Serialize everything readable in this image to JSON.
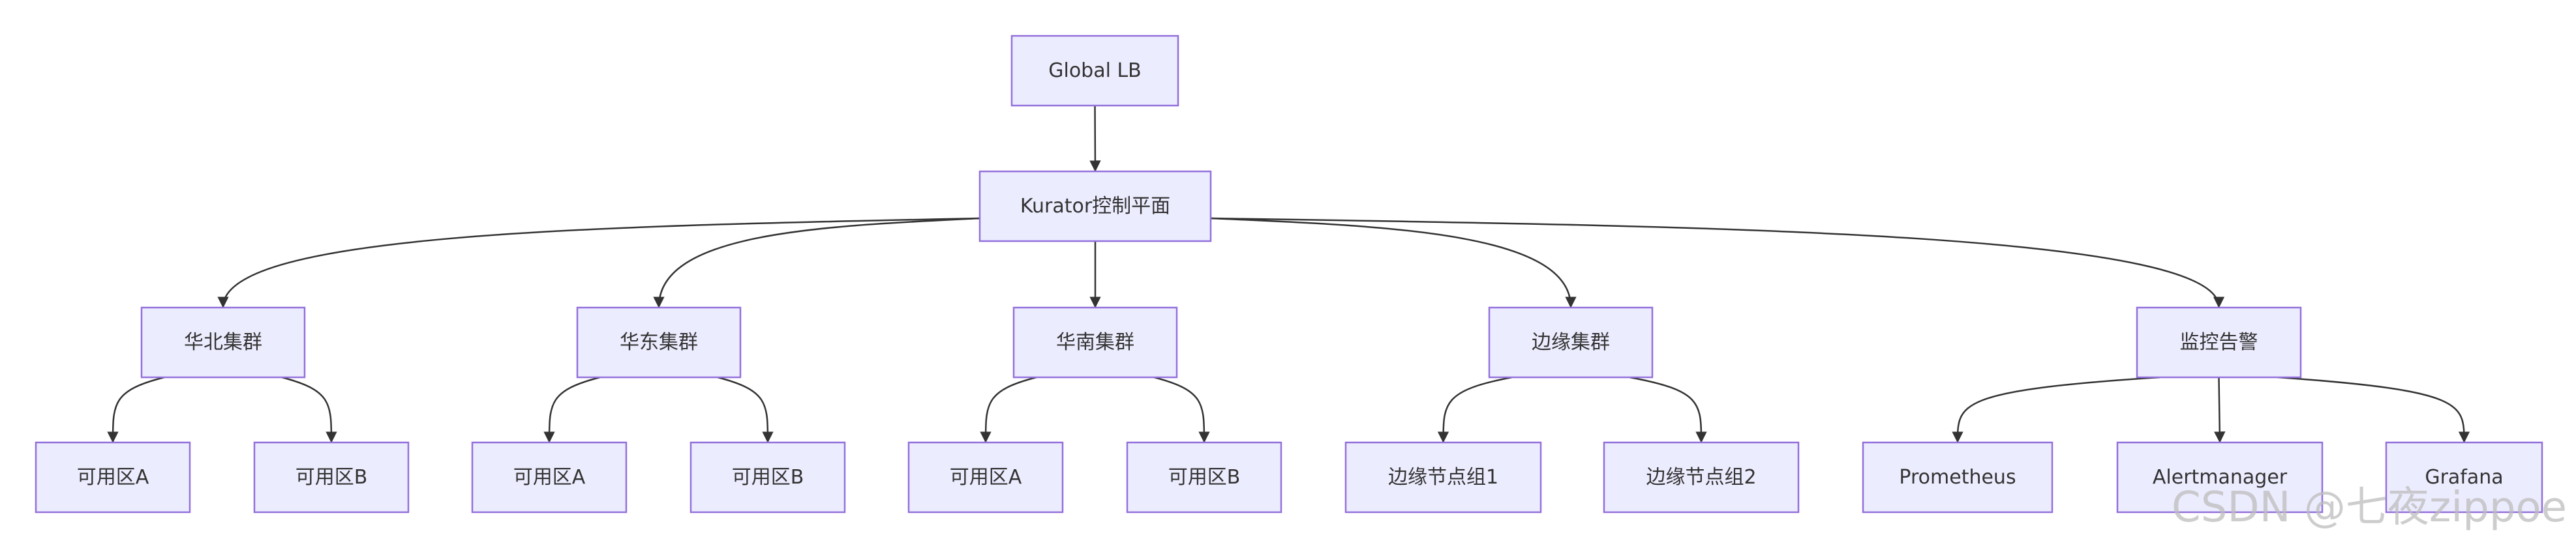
{
  "nodes": {
    "global_lb": "Global LB",
    "kurator": "Kurator控制平面",
    "north": "华北集群",
    "east": "华东集群",
    "south": "华南集群",
    "edge": "边缘集群",
    "monitor": "监控告警",
    "north_a": "可用区A",
    "north_b": "可用区B",
    "east_a": "可用区A",
    "east_b": "可用区B",
    "south_a": "可用区A",
    "south_b": "可用区B",
    "edge_1": "边缘节点组1",
    "edge_2": "边缘节点组2",
    "prometheus": "Prometheus",
    "alertmanager": "Alertmanager",
    "grafana": "Grafana"
  },
  "edges": [
    [
      "global_lb",
      "kurator"
    ],
    [
      "kurator",
      "north"
    ],
    [
      "kurator",
      "east"
    ],
    [
      "kurator",
      "south"
    ],
    [
      "kurator",
      "edge"
    ],
    [
      "kurator",
      "monitor"
    ],
    [
      "north",
      "north_a"
    ],
    [
      "north",
      "north_b"
    ],
    [
      "east",
      "east_a"
    ],
    [
      "east",
      "east_b"
    ],
    [
      "south",
      "south_a"
    ],
    [
      "south",
      "south_b"
    ],
    [
      "edge",
      "edge_1"
    ],
    [
      "edge",
      "edge_2"
    ],
    [
      "monitor",
      "prometheus"
    ],
    [
      "monitor",
      "alertmanager"
    ],
    [
      "monitor",
      "grafana"
    ]
  ],
  "watermark": "CSDN @七夜zippoe"
}
